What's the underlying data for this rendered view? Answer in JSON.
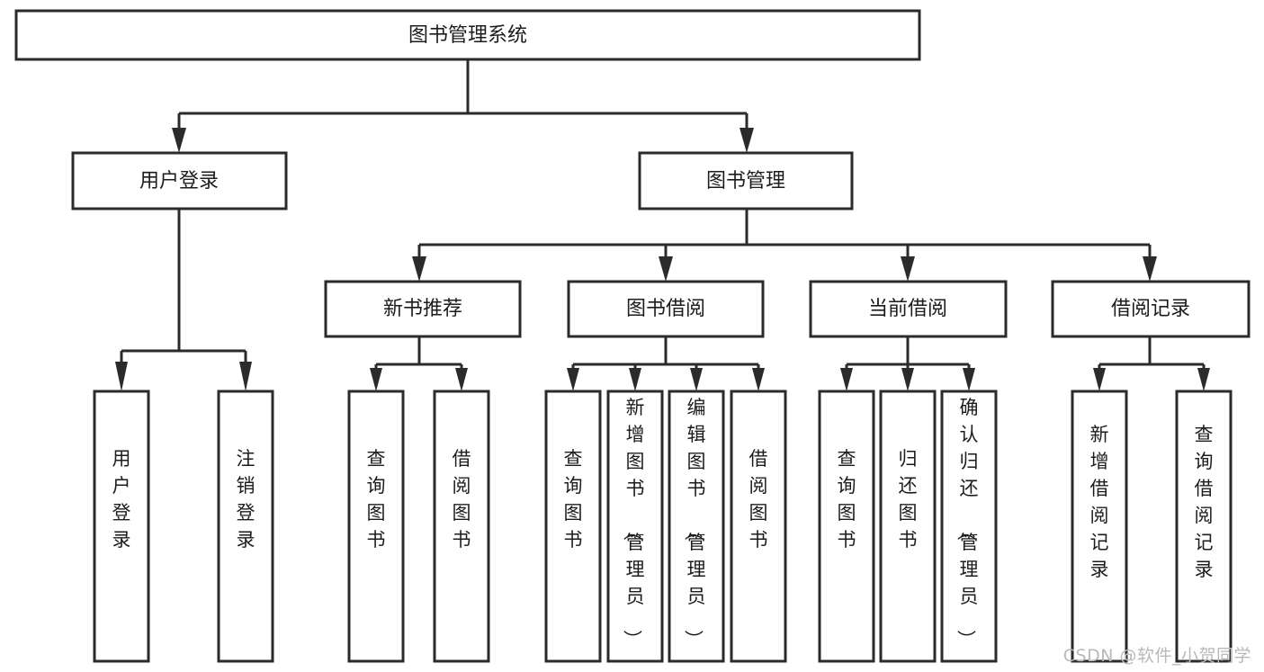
{
  "diagram": {
    "title": "图书管理系统",
    "type": "tree",
    "watermark": "CSDN @软件_小贺同学",
    "colors": {
      "box_stroke": "#2b2b2b",
      "box_fill": "#ffffff",
      "text": "#1c1c1c",
      "background": "#ffffff",
      "watermark": "#b9b9b9"
    },
    "levels": [
      {
        "level": 1,
        "nodes": [
          {
            "id": "root",
            "label": "图书管理系统",
            "orientation": "horizontal"
          }
        ]
      },
      {
        "level": 2,
        "nodes": [
          {
            "id": "login",
            "label": "用户登录",
            "orientation": "horizontal",
            "parent": "root"
          },
          {
            "id": "bookmgmt",
            "label": "图书管理",
            "orientation": "horizontal",
            "parent": "root"
          }
        ]
      },
      {
        "level": 3,
        "nodes": [
          {
            "id": "newbook",
            "label": "新书推荐",
            "orientation": "horizontal",
            "parent": "bookmgmt"
          },
          {
            "id": "borrow",
            "label": "图书借阅",
            "orientation": "horizontal",
            "parent": "bookmgmt"
          },
          {
            "id": "current",
            "label": "当前借阅",
            "orientation": "horizontal",
            "parent": "bookmgmt"
          },
          {
            "id": "records",
            "label": "借阅记录",
            "orientation": "horizontal",
            "parent": "bookmgmt"
          }
        ]
      },
      {
        "level": 4,
        "nodes": [
          {
            "id": "leaf-1",
            "label": "用户登录",
            "orientation": "vertical",
            "parent": "login"
          },
          {
            "id": "leaf-2",
            "label": "注销登录",
            "orientation": "vertical",
            "parent": "login"
          },
          {
            "id": "leaf-3",
            "label": "查询图书",
            "orientation": "vertical",
            "parent": "newbook"
          },
          {
            "id": "leaf-4",
            "label": "借阅图书",
            "orientation": "vertical",
            "parent": "newbook"
          },
          {
            "id": "leaf-5",
            "label": "查询图书",
            "orientation": "vertical",
            "parent": "borrow"
          },
          {
            "id": "leaf-6",
            "label": "新增图书（管理员）",
            "orientation": "vertical",
            "parent": "borrow"
          },
          {
            "id": "leaf-7",
            "label": "编辑图书（管理员）",
            "orientation": "vertical",
            "parent": "borrow"
          },
          {
            "id": "leaf-8",
            "label": "借阅图书",
            "orientation": "vertical",
            "parent": "borrow"
          },
          {
            "id": "leaf-9",
            "label": "查询图书",
            "orientation": "vertical",
            "parent": "current"
          },
          {
            "id": "leaf-10",
            "label": "归还图书",
            "orientation": "vertical",
            "parent": "current"
          },
          {
            "id": "leaf-11",
            "label": "确认归还（管理员）",
            "orientation": "vertical",
            "parent": "current"
          },
          {
            "id": "leaf-12",
            "label": "新增借阅记录",
            "orientation": "vertical",
            "parent": "records"
          },
          {
            "id": "leaf-13",
            "label": "查询借阅记录",
            "orientation": "vertical",
            "parent": "records"
          }
        ]
      }
    ]
  }
}
